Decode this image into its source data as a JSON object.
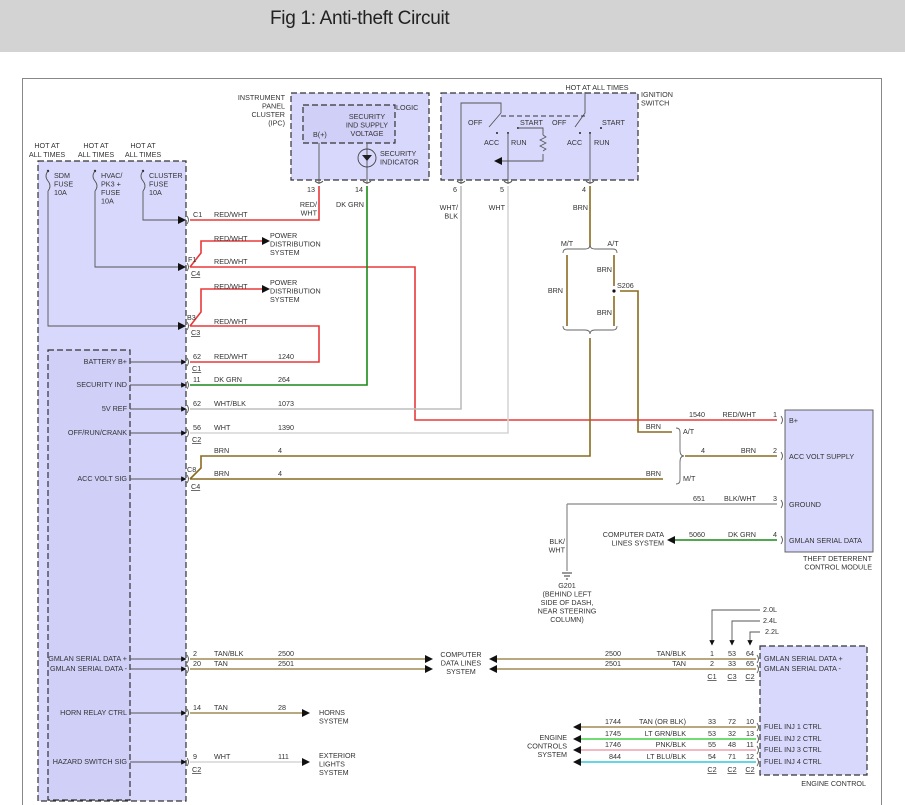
{
  "header": {
    "title": "Fig 1: Anti-theft Circuit"
  },
  "colors": {
    "red_wht": "#e8393a",
    "dk_grn": "#1a8a1a",
    "wht_blk": "#bdbdbd",
    "wht": "#d6d6d6",
    "brn": "#8a6a20",
    "tan": "#a08a55",
    "lt_grn_blk": "#44d044",
    "pnk_blk": "#f0a0b0",
    "lt_blu_blk": "#33c8d8",
    "blk_wht": "#888888",
    "module_fill": "#d8d8fc",
    "inner_fill": "#cfcff8"
  },
  "fuse_block": {
    "hot_labels": [
      "HOT AT ALL TIMES",
      "HOT AT ALL TIMES",
      "HOT AT ALL TIMES"
    ],
    "fuses": [
      {
        "name_lines": [
          "SDM",
          "FUSE",
          "10A"
        ]
      },
      {
        "name_lines": [
          "HVAC/",
          "PK3 +",
          "FUSE",
          "10A"
        ]
      },
      {
        "name_lines": [
          "CLUSTER",
          "FUSE",
          "10A"
        ]
      }
    ]
  },
  "ipc": {
    "label_lines": [
      "INSTRUMENT",
      "PANEL",
      "CLUSTER",
      "(IPC)"
    ],
    "logic_label": "LOGIC",
    "supply_lines": [
      "SECURITY",
      "IND SUPPLY",
      "VOLTAGE"
    ],
    "bplus": "B(+)",
    "indicator_lines": [
      "SECURITY",
      "INDICATOR"
    ],
    "pins": [
      {
        "pin": "13",
        "wire_lines": [
          "RED/",
          "WHT"
        ]
      },
      {
        "pin": "14",
        "wire_lines": [
          "DK GRN"
        ]
      }
    ]
  },
  "ignition": {
    "hot_label": "HOT AT ALL TIMES",
    "label_lines": [
      "IGNITION",
      "SWITCH"
    ],
    "positions_left": [
      "OFF",
      "ACC",
      "RUN",
      "START"
    ],
    "positions_right": [
      "OFF",
      "ACC",
      "RUN",
      "START"
    ],
    "pins": [
      {
        "pin": "6",
        "wire_lines": [
          "WHT/",
          "BLK"
        ]
      },
      {
        "pin": "5",
        "wire_lines": [
          "WHT"
        ]
      },
      {
        "pin": "4",
        "wire_lines": [
          "BRN"
        ]
      }
    ]
  },
  "splice": {
    "mt": "M/T",
    "at": "A/T",
    "brn": "BRN",
    "id": "S206"
  },
  "bcm_left_wires": [
    {
      "conn_top": "C1",
      "wire": "RED/WHT"
    },
    {
      "wire": "RED/WHT",
      "dest_lines": [
        "POWER",
        "DISTRIBUTION",
        "SYSTEM"
      ]
    },
    {
      "conn_top": "F1",
      "conn_bottom": "C4",
      "wire": "RED/WHT"
    },
    {
      "wire": "RED/WHT",
      "dest_lines": [
        "POWER",
        "DISTRIBUTION",
        "SYSTEM"
      ]
    },
    {
      "conn_top": "B3",
      "conn_bottom": "C3",
      "wire": "RED/WHT"
    }
  ],
  "bcm_signals": [
    {
      "label": "BATTERY B+",
      "pin": "62",
      "wire": "RED/WHT",
      "circuit": "1240",
      "conn": "C1"
    },
    {
      "label": "SECURITY IND",
      "pin": "11",
      "wire": "DK GRN",
      "circuit": "264"
    },
    {
      "label": "5V REF",
      "pin": "62",
      "wire": "WHT/BLK",
      "circuit": "1073"
    },
    {
      "label": "OFF/RUN/CRANK",
      "pin": "56",
      "wire": "WHT",
      "circuit": "1390",
      "conn": "C2"
    },
    {
      "label": "ACC VOLT SIG",
      "pin_top": "C8",
      "wire_top": "BRN",
      "circuit_top": "4",
      "wire": "BRN",
      "circuit": "4",
      "conn": "C4"
    }
  ],
  "tdcm": {
    "label_lines": [
      "THEFT DETERRENT",
      "CONTROL MODULE"
    ],
    "pins": [
      {
        "pin": "1",
        "circuit": "1540",
        "wire": "RED/WHT",
        "name": "B+"
      },
      {
        "pin": "2",
        "circuit": "4",
        "wire": "BRN",
        "name": "ACC VOLT SUPPLY"
      },
      {
        "pin": "3",
        "circuit": "651",
        "wire": "BLK/WHT",
        "name": "GROUND"
      },
      {
        "pin": "4",
        "circuit": "5060",
        "wire": "DK GRN",
        "name": "GMLAN SERIAL DATA"
      }
    ],
    "at_label": "A/T",
    "mt_label": "M/T",
    "brn": "BRN",
    "data_dest_lines": [
      "COMPUTER DATA",
      "LINES SYSTEM"
    ]
  },
  "ground": {
    "wire_lines": [
      "BLK/",
      "WHT"
    ],
    "label_lines": [
      "G201",
      "(BEHIND LEFT",
      "SIDE OF DASH,",
      "NEAR STEERING",
      "COLUMN)"
    ]
  },
  "bcm_lower": [
    {
      "label": "GMLAN SERIAL DATA +",
      "pin": "2",
      "wire": "TAN/BLK",
      "circuit": "2500"
    },
    {
      "label": "GMLAN SERIAL DATA -",
      "pin": "20",
      "wire": "TAN",
      "circuit": "2501"
    },
    {
      "label": "HORN RELAY CTRL",
      "pin": "14",
      "wire": "TAN",
      "circuit": "28",
      "dest_lines": [
        "HORNS",
        "SYSTEM"
      ]
    },
    {
      "label": "HAZARD SWITCH SIG",
      "pin": "9",
      "wire": "WHT",
      "circuit": "111",
      "conn": "C2",
      "dest_lines": [
        "EXTERIOR",
        "LIGHTS",
        "SYSTEM"
      ]
    }
  ],
  "data_lines_dest": [
    "COMPUTER",
    "DATA LINES",
    "SYSTEM"
  ],
  "ecm": {
    "label": "ENGINE CONTROL",
    "engines": [
      "2.0L",
      "2.4L",
      "2.2L"
    ],
    "serial": [
      {
        "circuit": "2500",
        "wire": "TAN/BLK",
        "pins": [
          "1",
          "53",
          "64"
        ],
        "name": "GMLAN SERIAL DATA +"
      },
      {
        "circuit": "2501",
        "wire": "TAN",
        "pins": [
          "2",
          "33",
          "65"
        ],
        "name": "GMLAN SERIAL DATA -"
      }
    ],
    "serial_conns": [
      "C1",
      "C3",
      "C2"
    ],
    "injectors": [
      {
        "circuit": "1744",
        "wire": "TAN     (OR BLK)",
        "pins": [
          "33",
          "72",
          "10"
        ],
        "name": "FUEL INJ 1 CTRL"
      },
      {
        "circuit": "1745",
        "wire": "LT GRN/BLK",
        "pins": [
          "53",
          "32",
          "13"
        ],
        "name": "FUEL INJ 2 CTRL"
      },
      {
        "circuit": "1746",
        "wire": "PNK/BLK",
        "pins": [
          "55",
          "48",
          "11"
        ],
        "name": "FUEL INJ 3 CTRL"
      },
      {
        "circuit": "844",
        "wire": "LT BLU/BLK",
        "pins": [
          "54",
          "71",
          "12"
        ],
        "name": "FUEL INJ 4 CTRL"
      }
    ],
    "inj_conns": [
      "C2",
      "C2",
      "C2"
    ],
    "dest_lines": [
      "ENGINE",
      "CONTROLS",
      "SYSTEM"
    ]
  }
}
